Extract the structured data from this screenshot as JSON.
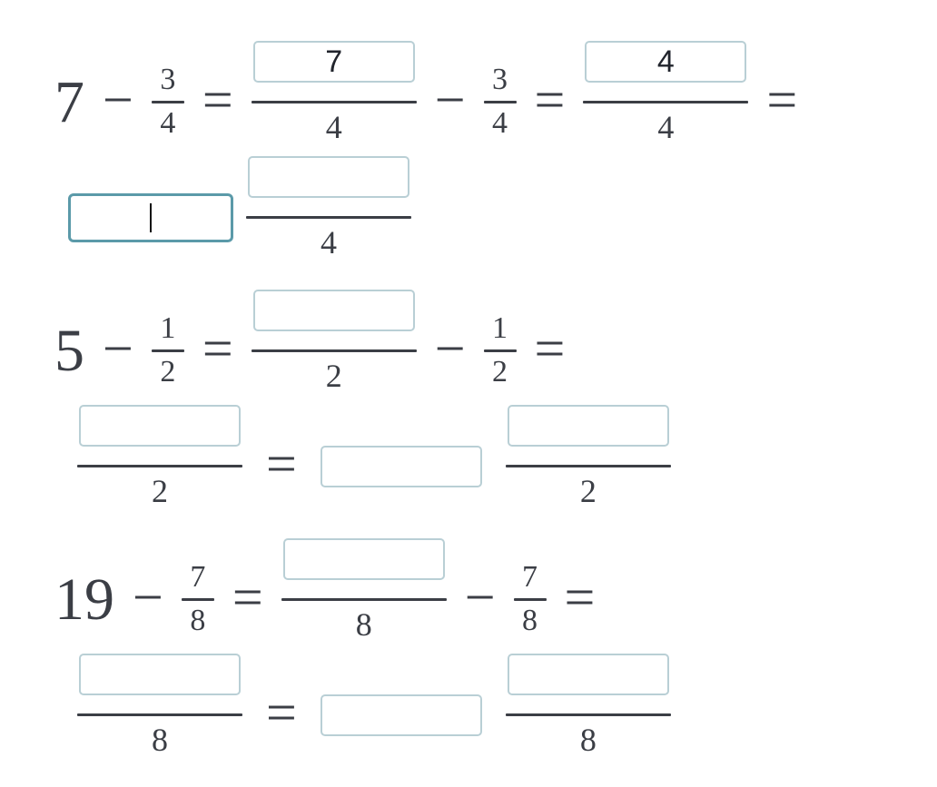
{
  "colors": {
    "background": "#ffffff",
    "text": "#3b3e45",
    "fraction_bar": "#3b3e45",
    "input_border": "#b9cfd5",
    "input_focused_border": "#5b9aa9",
    "cursor": "#111111"
  },
  "symbols": {
    "minus": "−",
    "equals": "="
  },
  "problems": [
    {
      "minuend": "7",
      "subtrahend_numerator": "3",
      "subtrahend_denominator": "4",
      "denominator": "4",
      "step1_numerator_value": "7",
      "step2_numerator_value": "4",
      "result_whole_value": "",
      "result_whole_focused": true,
      "result_numerator_value": ""
    },
    {
      "minuend": "5",
      "subtrahend_numerator": "1",
      "subtrahend_denominator": "2",
      "denominator": "2",
      "step1_numerator_value": "",
      "improper_numerator_value": "",
      "result_whole_value": "",
      "result_numerator_value": ""
    },
    {
      "minuend": "19",
      "subtrahend_numerator": "7",
      "subtrahend_denominator": "8",
      "denominator": "8",
      "step1_numerator_value": "",
      "improper_numerator_value": "",
      "result_whole_value": "",
      "result_numerator_value": ""
    }
  ]
}
